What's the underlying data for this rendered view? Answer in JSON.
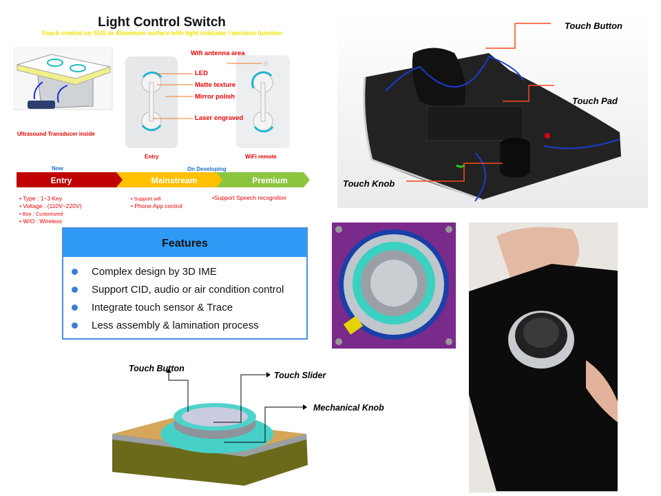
{
  "title": "Light Control Switch",
  "subtitle": "Touch control on SUS or Aluminum surface with light indicator / wireless function",
  "left_panel": {
    "transducer_caption": "Ultrasound Transducer inside"
  },
  "switch_panel": {
    "callouts": [
      "Wifi antenna area",
      "LED",
      "Matte texture",
      "Mirror polish",
      "Laser engraved"
    ],
    "entry_caption": "Entry",
    "wifi_caption": "WiFi remote"
  },
  "roadmap": {
    "now_label": "Now",
    "developing_label": "On Developing",
    "stages": [
      {
        "label": "Entry",
        "color": "#c00000",
        "bullets": [
          "• Type : 1~3 Key",
          "• Voltage : (110V~220V)",
          "• Box : Customized",
          "• W/O : Wireless"
        ]
      },
      {
        "label": "Mainstream",
        "color": "#ffc000",
        "bullets": [
          "• Support wifi",
          "• Phone App control"
        ]
      },
      {
        "label": "Premium",
        "color": "#8cc63f",
        "bullets": [
          "•Support Speech recognition"
        ]
      }
    ]
  },
  "features": {
    "header": "Features",
    "items": [
      "Complex design by 3D IME",
      "Support CID, audio or air condition control",
      "Integrate touch sensor & Trace",
      "Less assembly & lamination process"
    ]
  },
  "console": {
    "labels": [
      "Touch Button",
      "Touch Pad",
      "Touch Knob"
    ]
  },
  "knob_model": {
    "labels": [
      "Touch Button",
      "Touch Slider",
      "Mechanical Knob"
    ]
  }
}
